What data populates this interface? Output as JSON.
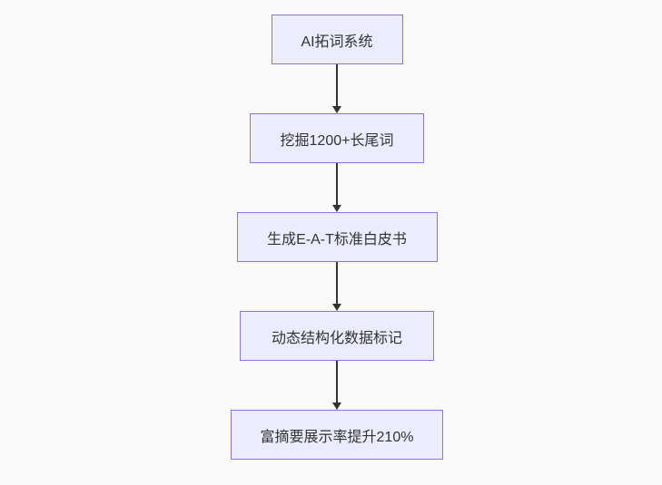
{
  "page": {
    "background_color": "#fafafa"
  },
  "flowchart": {
    "type": "vertical-flowchart",
    "direction": "top-down",
    "node_fill_color": "#ececff",
    "node_border_color": "#9370db",
    "node_text_color": "#333333",
    "arrow_color": "#333333",
    "nodes": [
      {
        "id": "node-1",
        "label": "AI拓词系统"
      },
      {
        "id": "node-2",
        "label": "挖掘1200+长尾词"
      },
      {
        "id": "node-3",
        "label": "生成E-A-T标准白皮书"
      },
      {
        "id": "node-4",
        "label": "动态结构化数据标记"
      },
      {
        "id": "node-5",
        "label": "富摘要展示率提升210%"
      }
    ],
    "edges": [
      {
        "from": "node-1",
        "to": "node-2"
      },
      {
        "from": "node-2",
        "to": "node-3"
      },
      {
        "from": "node-3",
        "to": "node-4"
      },
      {
        "from": "node-4",
        "to": "node-5"
      }
    ]
  }
}
